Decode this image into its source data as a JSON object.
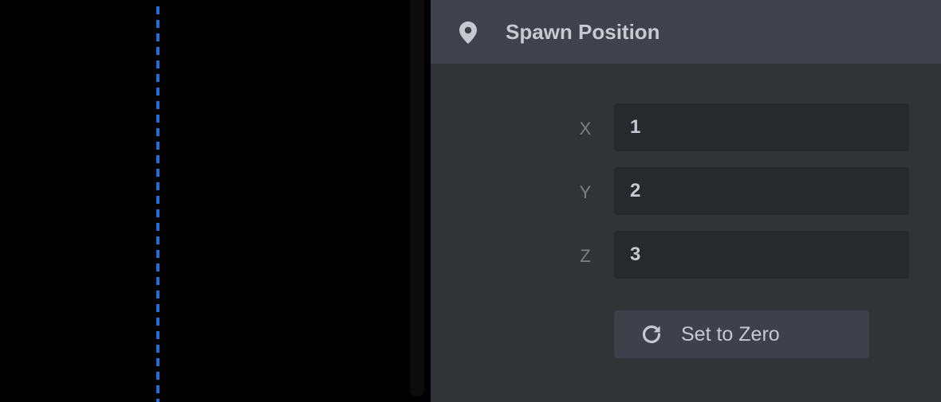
{
  "colors": {
    "guide_line": "#1f6fd6",
    "panel_bg": "#323337",
    "header_bg": "#3f424a",
    "input_bg": "#28292d",
    "button_bg": "#3e4149",
    "text": "#c6c9cf",
    "label_text": "#7c7f86"
  },
  "panel": {
    "icon": "map-pin-icon",
    "title": "Spawn Position"
  },
  "fields": [
    {
      "label": "X",
      "value": "1"
    },
    {
      "label": "Y",
      "value": "2"
    },
    {
      "label": "Z",
      "value": "3"
    }
  ],
  "reset_button": {
    "icon": "refresh-icon",
    "label": "Set to Zero"
  }
}
